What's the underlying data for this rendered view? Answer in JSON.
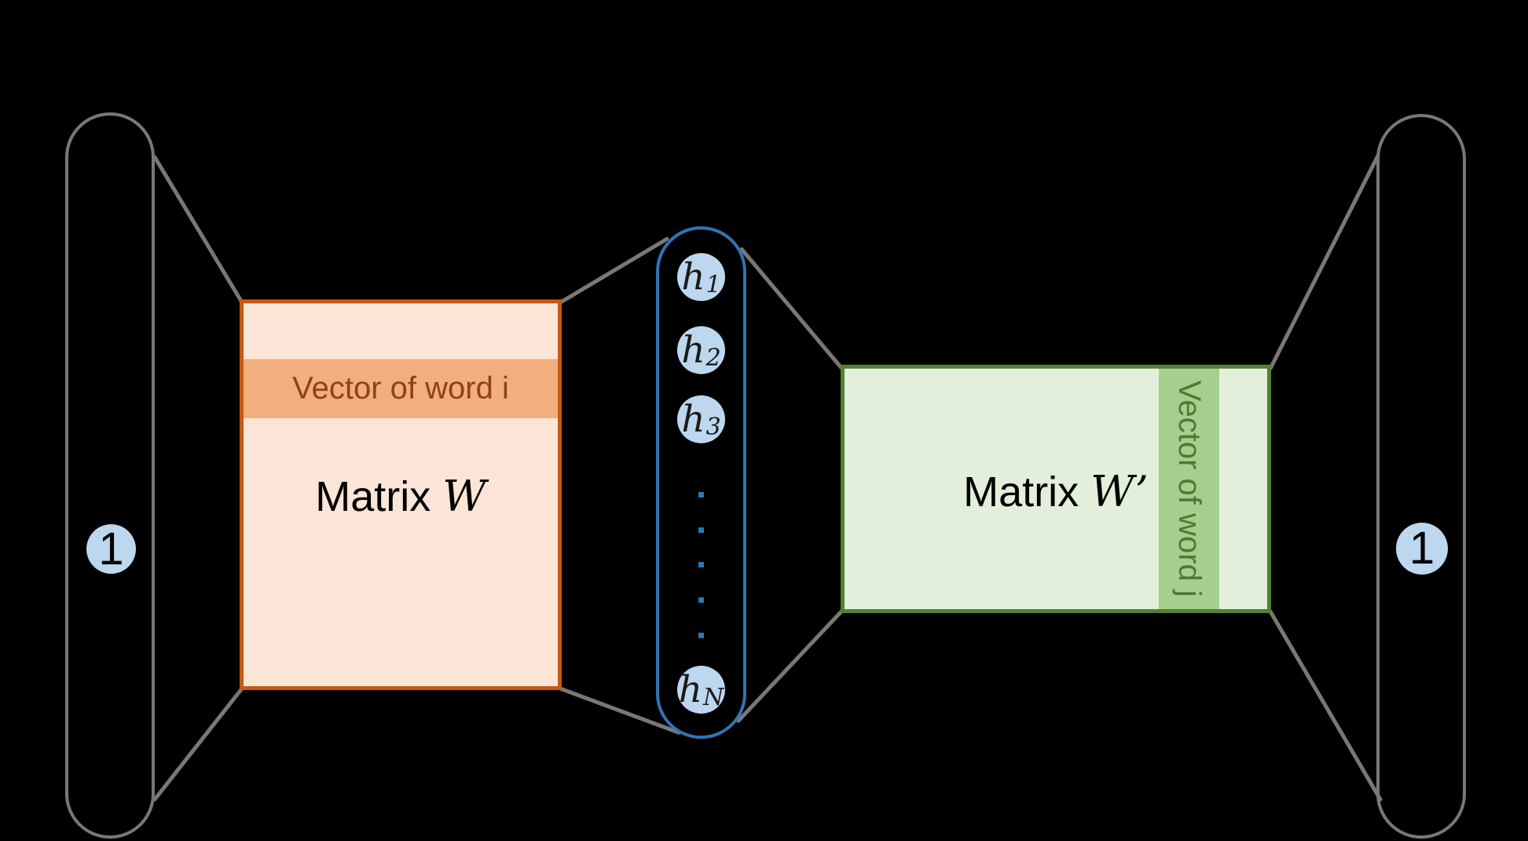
{
  "colors": {
    "background": "#000000",
    "line_gray": "#7B7775",
    "orange_fill": "#FBE5D6",
    "orange_band": "#F2AE7C",
    "orange_border": "#C45911",
    "orange_text": "#8C4318",
    "green_fill": "#E3EFDA",
    "green_band": "#A6CE8C",
    "green_border": "#538135",
    "green_text": "#4E7A34",
    "blue_fill": "#BDD7EE",
    "blue_border": "#2E75B6",
    "node_text": "#1A1A1A",
    "label_text": "#000000"
  },
  "input_layer": {
    "value": "1"
  },
  "matrix_w": {
    "prefix": "Matrix",
    "symbol": "W",
    "band_label": "Vector of word i"
  },
  "hidden_layer": {
    "nodes": [
      {
        "base": "h",
        "sub": "1"
      },
      {
        "base": "h",
        "sub": "2"
      },
      {
        "base": "h",
        "sub": "3"
      },
      {
        "base": "h",
        "sub": "N"
      }
    ],
    "ellipsis_dots": 5
  },
  "matrix_w_prime": {
    "prefix": "Matrix",
    "symbol": "W’",
    "band_label": "Vector of word j"
  },
  "output_layer": {
    "value": "1"
  }
}
